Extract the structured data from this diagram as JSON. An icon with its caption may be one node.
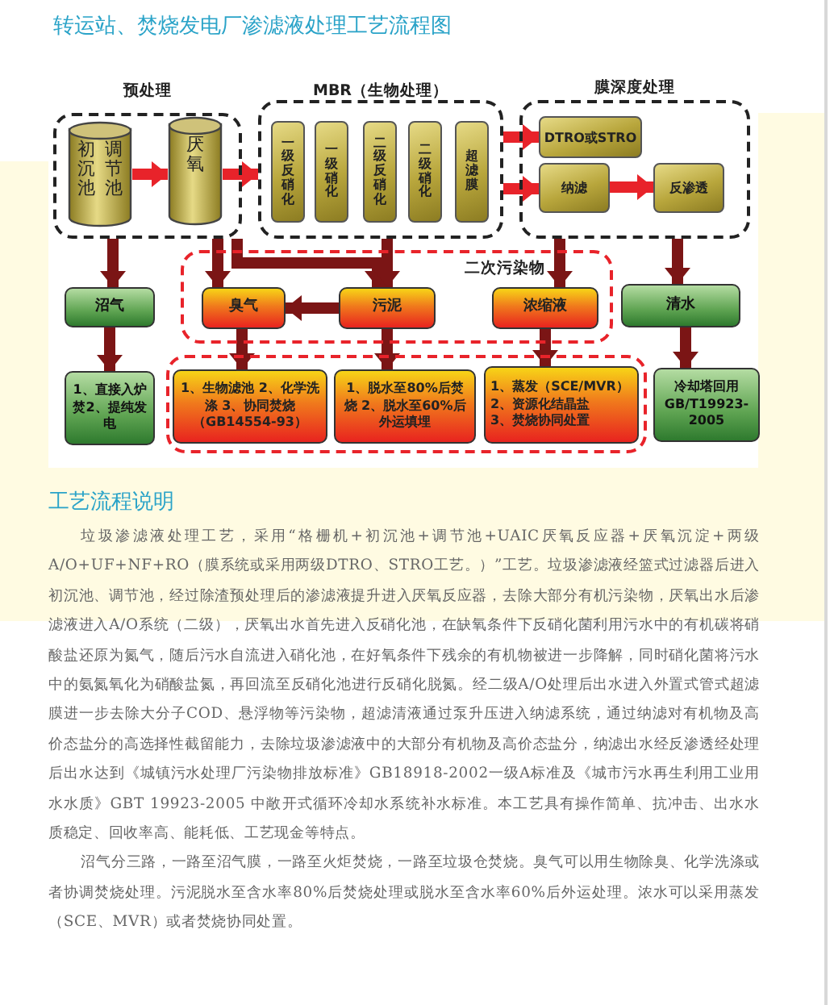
{
  "diagram": {
    "title": "转运站、焚烧发电厂渗滤液处理工艺流程图",
    "nodes": [
      {
        "text": [
          "预处理"
        ]
      },
      {
        "text": [
          "初沉池",
          "调节池"
        ],
        "in": 0
      },
      {
        "text": [
          "厌氧"
        ],
        "in": 0
      },
      {
        "text": [
          "MBR（生物处理）"
        ]
      },
      {
        "text": [
          "一级反硝化"
        ],
        "in": 3
      },
      {
        "text": [
          "一级硝化"
        ],
        "in": 3
      },
      {
        "text": [
          "二级反硝化"
        ],
        "in": 3
      },
      {
        "text": [
          "二级硝化"
        ],
        "in": 3
      },
      {
        "text": [
          "超滤膜"
        ],
        "in": 3
      },
      {
        "text": [
          "膜深度处理"
        ]
      },
      {
        "text": [
          "DTRO或STRO"
        ],
        "in": 9
      },
      {
        "text": [
          "纳滤"
        ],
        "in": 9
      },
      {
        "text": [
          "反渗透"
        ],
        "in": 9
      },
      {
        "text": [
          "二次污染物"
        ]
      },
      {
        "text": [
          "沼气"
        ]
      },
      {
        "text": [
          "臭气"
        ],
        "in": 13
      },
      {
        "text": [
          "污泥"
        ],
        "in": 13
      },
      {
        "text": [
          "浓缩液"
        ],
        "in": 13
      },
      {
        "text": [
          "清水"
        ]
      },
      {
        "text": [
          "1、直接入炉焚2、提纯发电"
        ]
      },
      {
        "text": [],
        "shape": "box"
      },
      {
        "text": [
          "1、生物滤池 2、化学洗涤 3、协同焚烧（GB14554-93）"
        ],
        "in": 20
      },
      {
        "text": [
          "1、脱水至80%后焚烧 2、脱水至60%后外运填埋"
        ],
        "in": 20
      },
      {
        "text": [
          "1、蒸发（SCE/MVR）",
          "2、资源化结晶盐",
          "3、焚烧协同处置"
        ],
        "in": 20
      },
      {
        "text": [
          "冷却塔回用GB/T19923-2005"
        ]
      }
    ],
    "edges": [
      {
        "from": 1,
        "to": 2,
        "arrow": "to",
        "color": "#e8232a"
      },
      {
        "from": 2,
        "to": 3,
        "arrow": "to",
        "color": "#e8232a"
      },
      {
        "from": 3,
        "to": 10,
        "arrow": "to",
        "color": "#e8232a"
      },
      {
        "from": 3,
        "to": 11,
        "arrow": "to",
        "color": "#e8232a"
      },
      {
        "from": 11,
        "to": 12,
        "arrow": "to",
        "color": "#e8232a"
      },
      {
        "from": 0,
        "to": 14,
        "arrow": "to"
      },
      {
        "from": 0,
        "to": 15,
        "arrow": "to"
      },
      {
        "from": 0,
        "to": 16,
        "arrow": "to"
      },
      {
        "from": 3,
        "to": 16,
        "arrow": "to"
      },
      {
        "from": 9,
        "to": 17,
        "arrow": "to"
      },
      {
        "from": 9,
        "to": 18,
        "arrow": "to"
      },
      {
        "from": 16,
        "to": 15,
        "arrow": "to"
      },
      {
        "from": 14,
        "to": 19,
        "arrow": "to"
      },
      {
        "from": 15,
        "to": 21,
        "arrow": "to"
      },
      {
        "from": 16,
        "to": 22,
        "arrow": "to"
      },
      {
        "from": 17,
        "to": 23,
        "arrow": "to"
      },
      {
        "from": 18,
        "to": 24,
        "arrow": "to"
      }
    ],
    "labels": [
      "工艺流程说明",
      "垃圾渗滤液处理工艺，采用“格栅机+初沉池+调节池+UAIC厌氧反应器+厌氧沉淀+两级A/O+UF+NF+RO（膜系统或采用两级DTRO、STRO工艺。）”工艺。垃圾渗滤液经篮式过滤器后进入初沉池、调节池，经过除渣预处理后的渗滤液提升进入厌氧反应器，去除大部分有机污染物，厌氧出水后渗滤液进入A/O系统（二级），厌氧出水首先进入反硝化池，在缺氧条件下反硝化菌利用污水中的有机碳将硝酸盐还原为氮气，随后污水自流进入硝化池，在好氧条件下残余的有机物被进一步降解，同时硝化菌将污水中的氨氮氧化为硝酸盐氮，再回流至反硝化池进行反硝化脱氮。经二级A/O处理后出水进入外置式管式超滤膜进一步去除大分子COD、悬浮物等污染物，超滤清液通过泵升压进入纳滤系统，通过纳滤对有机物及高价态盐分的高选择性截留能力，去除垃圾渗滤液中的大部分有机物及高价态盐分，纳滤出水经反渗透经处理后出水达到《城镇污水处理厂污染物排放标准》GB18918-2002一级A标准及《城市污水再生利用工业用水水质》GBT 19923-2005 中敞开式循环冷却水系统补水标准。本工艺具有操作简单、抗冲击、出水水质稳定、回收率高、能耗低、工艺现金等特点。",
      "沼气分三路，一路至沼气膜，一路至火炬焚烧，一路至垃圾仓焚烧。臭气可以用生物除臭、化学洗涤或者协调焚烧处理。污泥脱水至含水率80%后焚烧处理或脱水至含水率60%后外运处理。浓水可以采用蒸发（SCE、MVR）或者焚烧协同处置。"
    ]
  }
}
